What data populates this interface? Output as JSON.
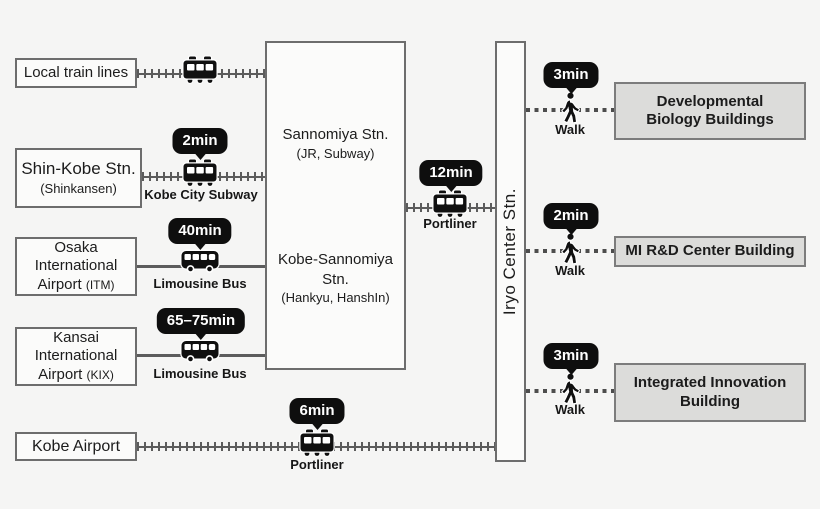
{
  "title": "Campus access transit diagram",
  "nodes": {
    "local": {
      "label": "Local train lines"
    },
    "shinkobe": {
      "title": "Shin-Kobe Stn.",
      "sub": "(Shinkansen)"
    },
    "osaka": {
      "l1": "Osaka",
      "l2": "International",
      "l3": "Airport",
      "code": "(ITM)"
    },
    "kansai": {
      "l1": "Kansai",
      "l2": "International",
      "l3": "Airport",
      "code": "(KIX)"
    },
    "kobe_airport": {
      "label": "Kobe Airport"
    },
    "sannomiya": {
      "title": "Sannomiya Stn.",
      "sub": "(JR, Subway)"
    },
    "kobe_sannomiya": {
      "title": "Kobe-Sannomiya Stn.",
      "sub": "(Hankyu, HanshIn)"
    },
    "iryo": {
      "label": "Iryo Center Stn."
    },
    "devbio": {
      "l1": "Developmental",
      "l2": "Biology Buildings"
    },
    "mird": {
      "label": "MI R&D Center Building"
    },
    "integrated": {
      "l1": "Integrated Innovation",
      "l2": "Building"
    }
  },
  "connections": {
    "subway": {
      "time": "2min",
      "mode": "Kobe City Subway",
      "icon": "train-icon"
    },
    "bus_itm": {
      "time": "40min",
      "mode": "Limousine Bus",
      "icon": "bus-icon"
    },
    "bus_kix": {
      "time": "65–75min",
      "mode": "Limousine Bus",
      "icon": "bus-icon"
    },
    "portliner_sannomiya": {
      "time": "12min",
      "mode": "Portliner",
      "icon": "train-icon"
    },
    "portliner_airport": {
      "time": "6min",
      "mode": "Portliner",
      "icon": "train-icon"
    },
    "walk_devbio": {
      "time": "3min",
      "mode": "Walk",
      "icon": "pedestrian-icon"
    },
    "walk_mird": {
      "time": "2min",
      "mode": "Walk",
      "icon": "pedestrian-icon"
    },
    "walk_integrated": {
      "time": "3min",
      "mode": "Walk",
      "icon": "pedestrian-icon"
    }
  },
  "colors": {
    "background": "#f5f5f4",
    "badge": "#0e0e0e",
    "badge_text": "#ffffff",
    "white_node_fill": "#fbfbfa",
    "gray_node_fill": "#dcdcda",
    "node_border": "#6d6d6d",
    "line": "#5c5c5c",
    "text": "#1c1c1c"
  }
}
